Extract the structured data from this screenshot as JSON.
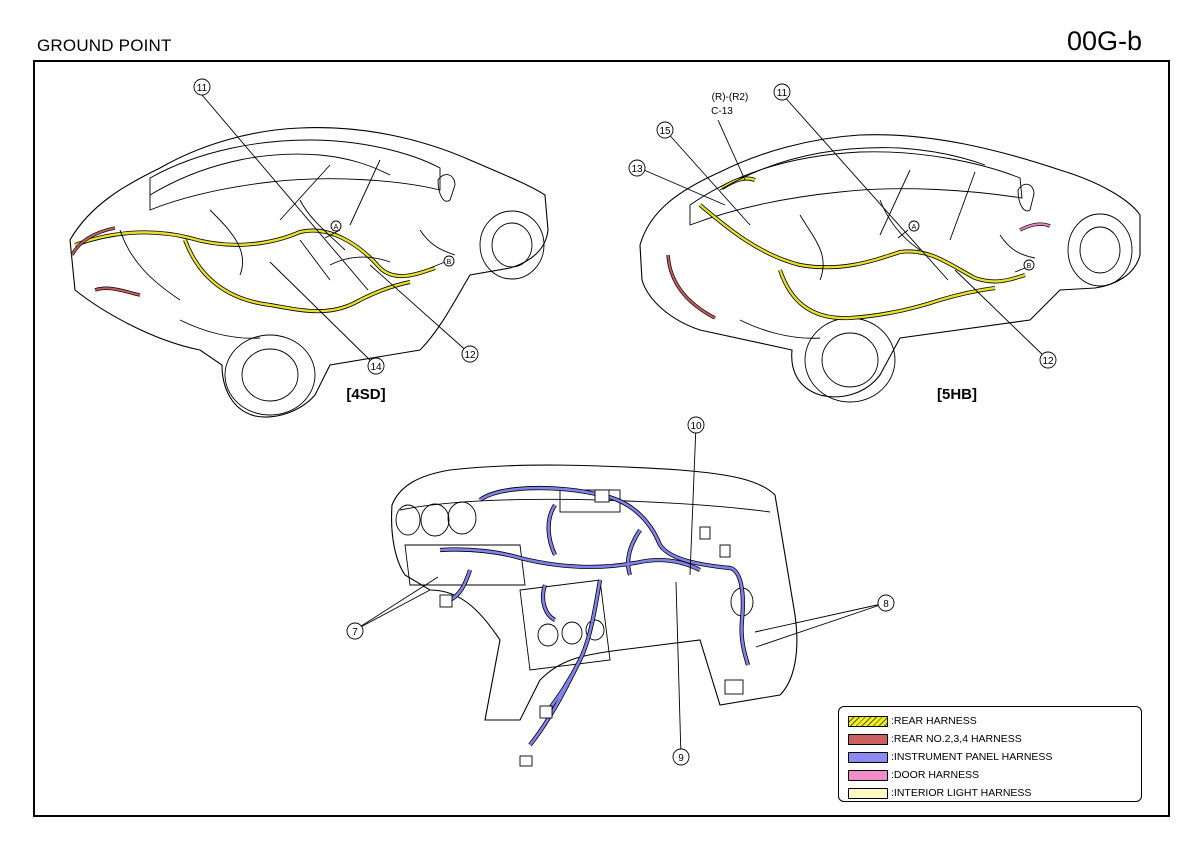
{
  "header": {
    "title": "GROUND POINT",
    "page_code": "00G-b"
  },
  "views": {
    "sedan": {
      "label": "[4SD]"
    },
    "hatchback": {
      "label": "[5HB]",
      "connector_note_line1": "(R)-(R2)",
      "connector_note_line2": "C-13"
    }
  },
  "callouts": {
    "sd_11": "11",
    "sd_12": "12",
    "sd_14": "14",
    "hb_11": "11",
    "hb_12": "12",
    "hb_13": "13",
    "hb_15": "15",
    "dash_7": "7",
    "dash_8": "8",
    "dash_9": "9",
    "dash_10": "10",
    "marker_a": "A",
    "marker_b": "B"
  },
  "legend": {
    "items": [
      {
        "label": ":REAR HARNESS",
        "color": "#f2ef1e"
      },
      {
        "label": ":REAR NO.2,3,4 HARNESS",
        "color": "#cc5f5f"
      },
      {
        "label": ":INSTRUMENT PANEL HARNESS",
        "color": "#8a8af0"
      },
      {
        "label": ":DOOR HARNESS",
        "color": "#f08cc8"
      },
      {
        "label": ":INTERIOR LIGHT HARNESS",
        "color": "#fdfbc3"
      }
    ]
  },
  "colors": {
    "rear": "#e7e12a",
    "rear234": "#c45a5a",
    "ip": "#8282ee",
    "door": "#ea86c2",
    "outline": "#000000"
  }
}
